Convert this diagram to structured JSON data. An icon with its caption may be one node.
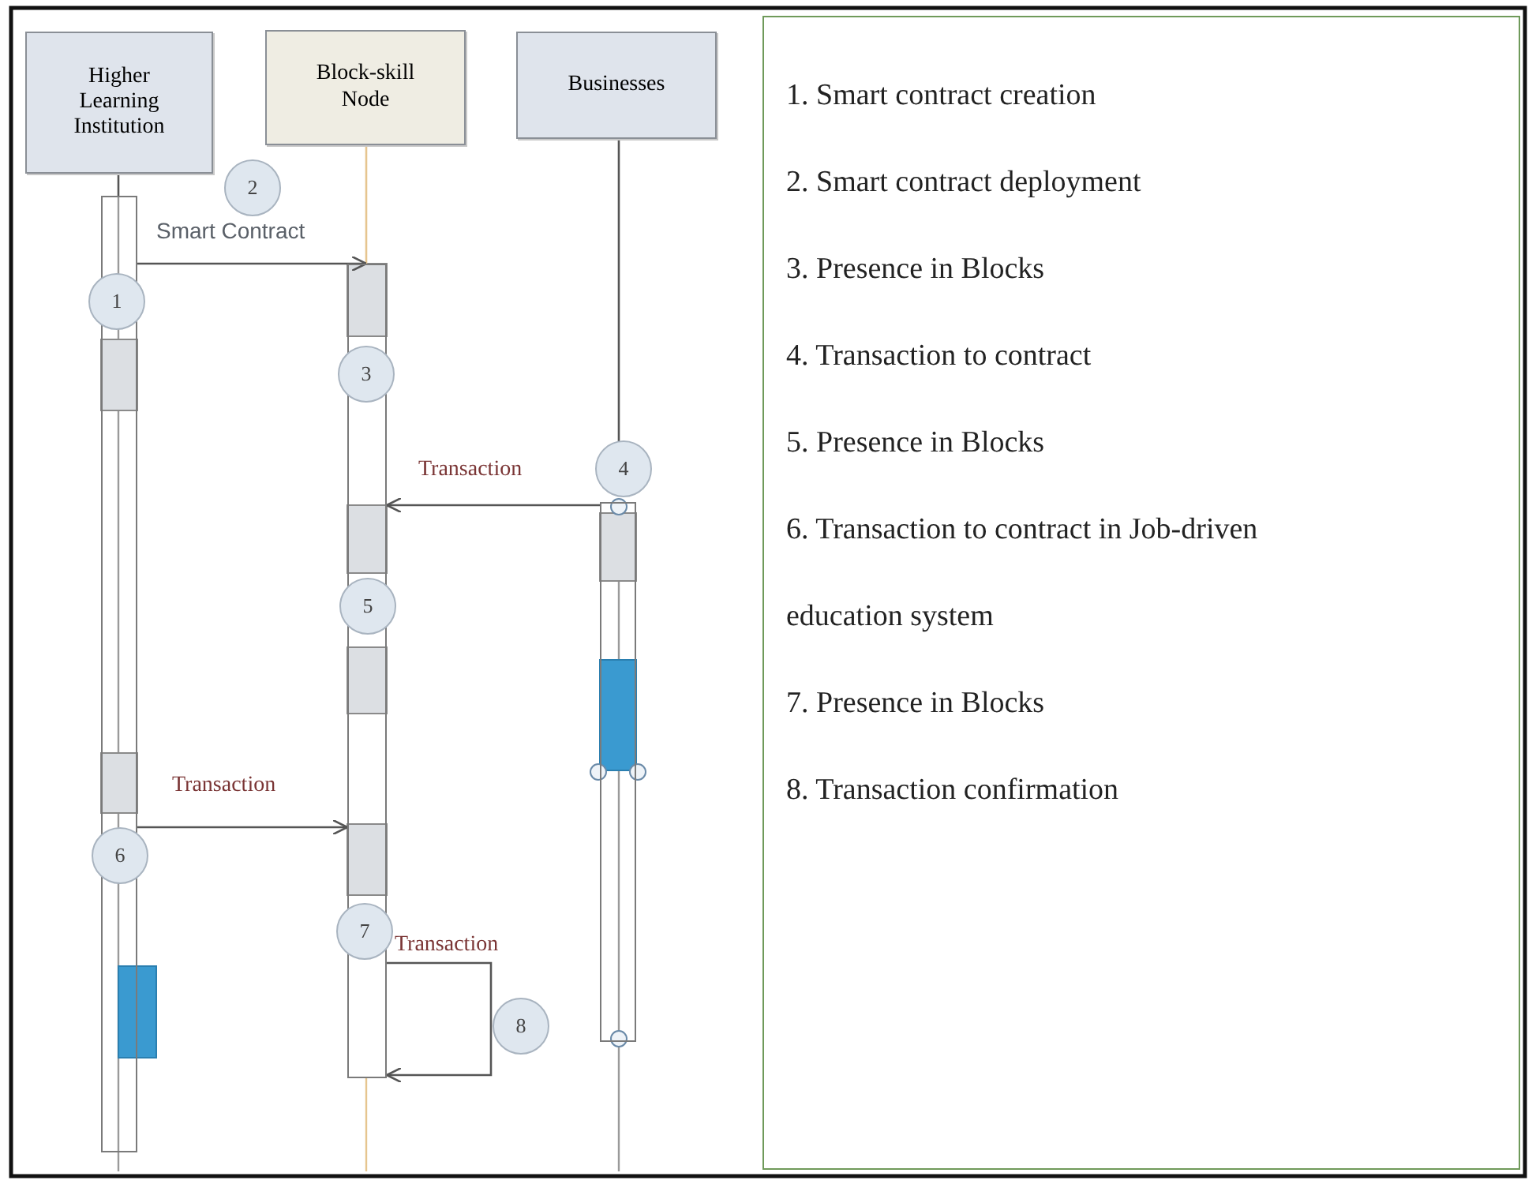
{
  "diagram": {
    "nodes": [
      {
        "text": [
          "Higher Learning Institution"
        ]
      },
      {
        "text": [
          "Block-skill Node"
        ]
      },
      {
        "text": [
          "Businesses"
        ]
      },
      {
        "text": [],
        "shape": "bar"
      },
      {
        "text": [],
        "shape": "bar"
      },
      {
        "text": [],
        "shape": "bar"
      },
      {
        "text": [
          "2"
        ]
      },
      {
        "text": [
          "1"
        ]
      },
      {
        "text": [
          "3"
        ]
      },
      {
        "text": [
          "4"
        ]
      },
      {
        "text": [
          "5"
        ]
      },
      {
        "text": [
          "6"
        ]
      },
      {
        "text": [
          "7"
        ]
      },
      {
        "text": [
          "8"
        ]
      },
      {
        "text": [
          "1. Smart contract creation",
          "2. Smart contract deployment",
          "3. Presence in Blocks",
          "4. Transaction to contract",
          "5. Presence in Blocks",
          "6. Transaction to contract in Job-driven education system",
          "7. Presence in Blocks",
          "8. Transaction confirmation"
        ]
      }
    ],
    "edges": [
      {
        "from": 0,
        "to": 3,
        "arrow": "none"
      },
      {
        "from": 1,
        "to": 4,
        "arrow": "none",
        "color": "#e6c58f"
      },
      {
        "from": 2,
        "to": 9,
        "arrow": "none"
      },
      {
        "from": 3,
        "to": 4,
        "label": "Smart Contract",
        "arrow": "to"
      },
      {
        "from": 5,
        "to": 4,
        "label": "Transaction",
        "arrow": "to"
      },
      {
        "from": 3,
        "to": 4,
        "label": "Transaction",
        "arrow": "to"
      },
      {
        "from": 4,
        "to": 4,
        "label": "Transaction",
        "arrow": "to"
      }
    ]
  }
}
